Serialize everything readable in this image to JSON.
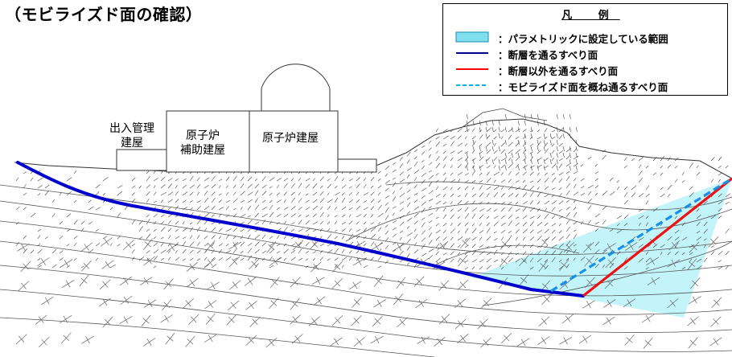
{
  "title": "（モビライズド面の確認）",
  "buildings": {
    "admin": [
      "出入管理",
      "建屋"
    ],
    "aux": [
      "原子炉",
      "補助建屋"
    ],
    "reactor": [
      "原子炉建屋"
    ]
  },
  "legend": {
    "title": "凡 例",
    "items": [
      {
        "label": "：パラメトリックに設定している範囲",
        "kind": "range",
        "color": "#7fdfee"
      },
      {
        "label": "：断層を通るすべり面",
        "kind": "line",
        "color": "#00008b"
      },
      {
        "label": "：断層以外を通るすべり面",
        "kind": "line",
        "color": "#ff0000"
      },
      {
        "label": "：モビライズド面を概ね通るすべり面",
        "kind": "dashed",
        "color": "#00b0f0"
      }
    ]
  },
  "colors": {
    "fault_surface": "#0000cc",
    "non_fault_surface": "#ee1111",
    "mobilized_surface": "#1890e8",
    "range_fill": "#aef0f8"
  }
}
